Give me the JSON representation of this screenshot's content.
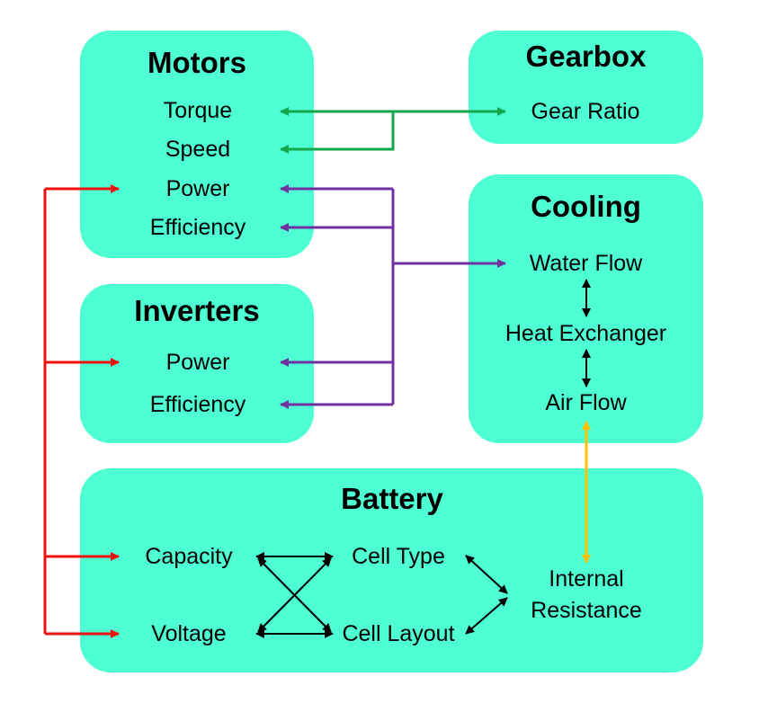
{
  "motors": {
    "title": "Motors",
    "items": [
      "Torque",
      "Speed",
      "Power",
      "Efficiency"
    ]
  },
  "gearbox": {
    "title": "Gearbox",
    "items": [
      "Gear Ratio"
    ]
  },
  "cooling": {
    "title": "Cooling",
    "items": [
      "Water Flow",
      "Heat Exchanger",
      "Air Flow"
    ]
  },
  "inverters": {
    "title": "Inverters",
    "items": [
      "Power",
      "Efficiency"
    ]
  },
  "battery": {
    "title": "Battery",
    "capacity": "Capacity",
    "voltage": "Voltage",
    "cell_type": "Cell Type",
    "cell_layout": "Cell Layout",
    "internal_resistance_line1": "Internal",
    "internal_resistance_line2": "Resistance"
  },
  "colors": {
    "box_fill": "#4dffd2",
    "green_link": "#13a64b",
    "purple_link": "#7030a0",
    "red_link": "#ee1111",
    "yellow_link": "#ffc000",
    "black_link": "#000000"
  }
}
